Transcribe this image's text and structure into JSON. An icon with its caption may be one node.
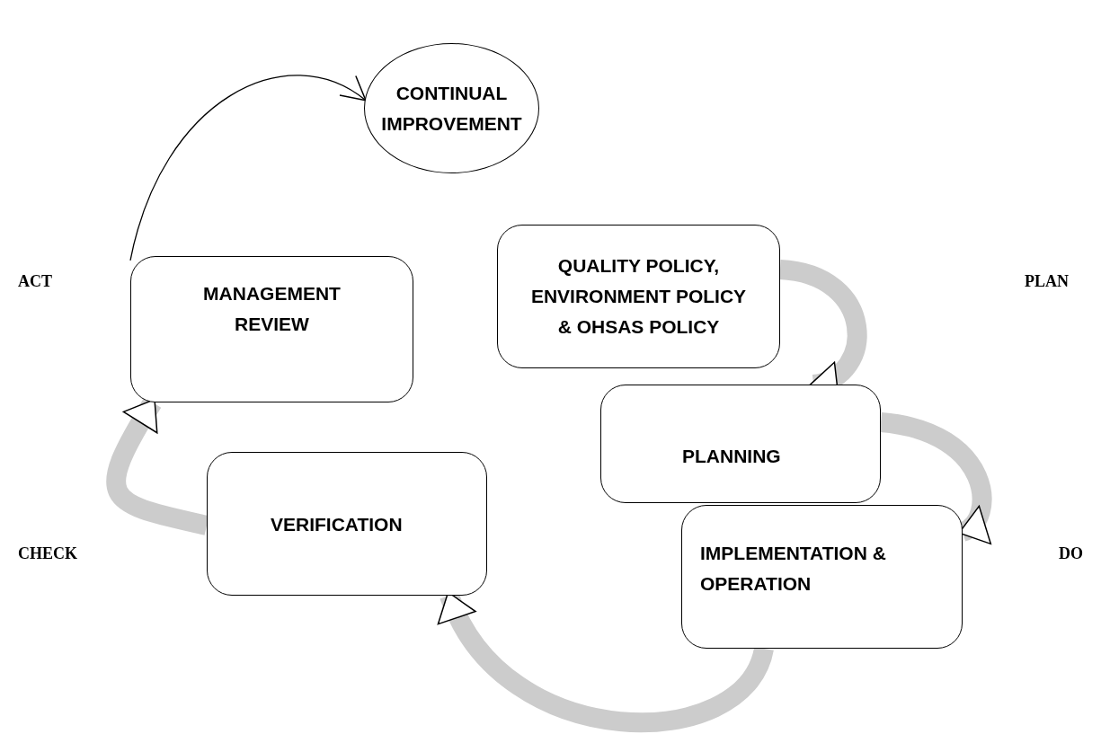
{
  "diagram": {
    "nodes": [
      {
        "text": [
          "CONTINUAL IMPROVEMENT"
        ]
      },
      {
        "text": [
          "QUALITY POLICY, ENVIRONMENT POLICY & OHSAS POLICY"
        ]
      },
      {
        "text": [
          "MANAGEMENT REVIEW"
        ]
      },
      {
        "text": [
          "PLANNING"
        ]
      },
      {
        "text": [
          "VERIFICATION"
        ]
      },
      {
        "text": [
          "IMPLEMENTATION & OPERATION"
        ]
      }
    ],
    "edges": [
      {
        "from": 1,
        "to": 3,
        "arrow": "to"
      },
      {
        "from": 3,
        "to": 5,
        "arrow": "to"
      },
      {
        "from": 5,
        "to": 4,
        "arrow": "to"
      },
      {
        "from": 4,
        "to": 2,
        "arrow": "to"
      },
      {
        "from": 2,
        "to": 0,
        "arrow": "to",
        "color": "#000000"
      }
    ],
    "labels": [
      "ACT",
      "PLAN",
      "CHECK",
      "DO"
    ]
  }
}
